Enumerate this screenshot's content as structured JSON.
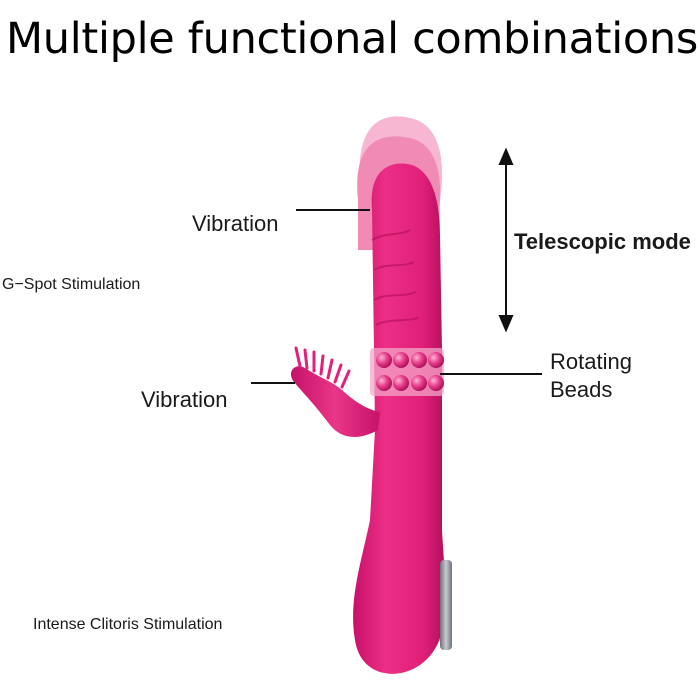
{
  "title": "Multiple functional combinations",
  "labels": {
    "vibration_top": "Vibration",
    "g_spot": "G−Spot Stimulation",
    "telescopic": "Telescopic mode",
    "rotating_line1": "Rotating",
    "rotating_line2": "Beads",
    "vibration_arm": "Vibration",
    "clitoris": "Intense Clitoris Stimulation"
  },
  "colors": {
    "product": "#e0217a",
    "product_shade": "#b8135e",
    "ghost_1": "#f7a3c6",
    "ghost_2": "#ef6fa4",
    "bead": "#e83f8c",
    "metal": "#8c8f97"
  }
}
